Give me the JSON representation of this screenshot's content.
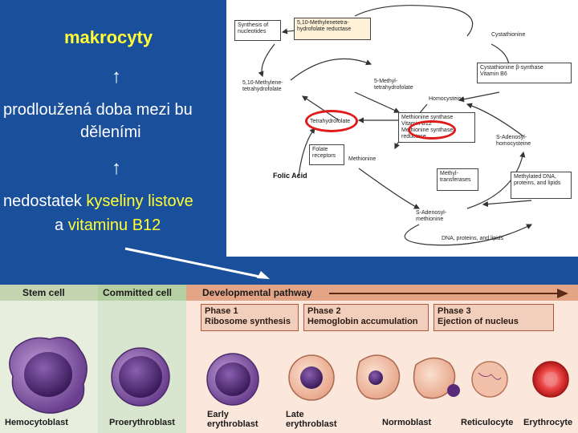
{
  "left_panel": {
    "title": "makrocyty",
    "arrow_1": "↑",
    "line_1": "prodloužená doba mezi bu",
    "line_2": "děleními",
    "arrow_2": "↑",
    "line_3_prefix": "nedostatek ",
    "line_3_highlight": "kyseliny listove",
    "line_4_prefix": "a ",
    "line_4_highlight": "vitaminu B12"
  },
  "diagram": {
    "synthesis_of_nucleotides": "Synthesis of\nnucleotides",
    "mthf_reductase": "5,10-Methylenetetra-\nhydrofolate reductase",
    "cystathionine": "Cystathionine",
    "methylene_thf": "5,10-Methylene-\ntetrahydrofolate",
    "methyl_thf": "5-Methyl-\ntetrahydrofolate",
    "cbs": "Cystathionine β-synthase\nVitamin B6",
    "homocysteine": "Homocysteine",
    "tetrahydrofolate": "Tetrahydrofolate",
    "methionine_synthase": "Methionine synthase\nVitamin B12\nMethionine synthase reductase",
    "sah": "S-Adenosyl-\nhomocysteine",
    "folate_receptors": "Folate\nreceptors",
    "folic_acid": "Folic Acid",
    "methionine": "Methionine",
    "methyltransferases": "Methyl-\ntransferases",
    "methylated_dna": "Methylated DNA,\nproteins, and lipids",
    "sam": "S-Adenosyl-\nmethionine",
    "dna_proteins_lipids": "DNA, proteins, and lipids"
  },
  "pathway": {
    "stem_cell_header": "Stem cell",
    "committed_cell_header": "Committed cell",
    "developmental_header": "Developmental pathway",
    "phase1": "Phase 1\nRibosome synthesis",
    "phase2": "Phase 2\nHemoglobin accumulation",
    "phase3": "Phase 3\nEjection of nucleus",
    "cells": {
      "hemocytoblast": "Hemocytoblast",
      "proerythroblast": "Proerythroblast",
      "early": "Early\nerythroblast",
      "late": "Late\nerythroblast",
      "normoblast": "Normoblast",
      "reticulocyte": "Reticulocyte",
      "erythrocyte": "Erythrocyte"
    }
  },
  "colors": {
    "background": "#1a4f9c",
    "highlight": "#ffff33",
    "ring": "#e01919"
  }
}
